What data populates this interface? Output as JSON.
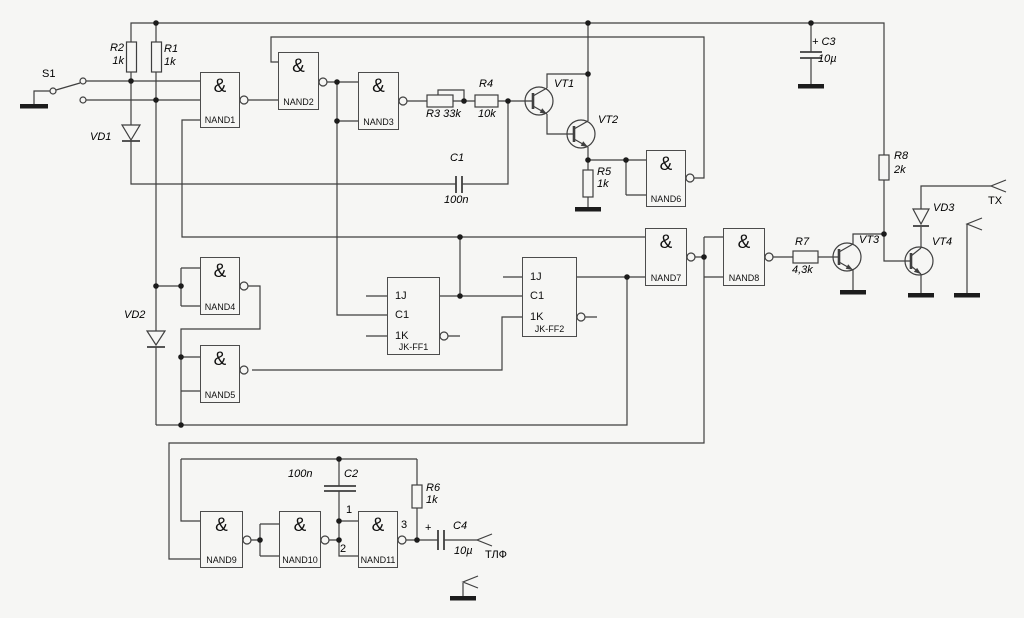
{
  "labels": {
    "s1": "S1",
    "r2": "R2",
    "r2_val": "1k",
    "r1": "R1",
    "r1_val": "1k",
    "vd1": "VD1",
    "vd2": "VD2",
    "vd3": "VD3",
    "r3": "R3 33k",
    "r4": "R4",
    "r4_val": "10k",
    "c1": "C1",
    "c1_val": "100n",
    "vt1": "VT1",
    "vt2": "VT2",
    "vt3": "VT3",
    "vt4": "VT4",
    "r5": "R5",
    "r5_val": "1k",
    "c3": "+ C3",
    "c3_val": "10µ",
    "r8": "R8",
    "r8_val": "2k",
    "tx": "TX",
    "r7": "R7",
    "r7_val": "4,3k",
    "c2": "C2",
    "c2_val": "100n",
    "r6": "R6",
    "r6_val": "1k",
    "c4_plus": "+",
    "c4": "C4",
    "c4_val": "10µ",
    "tlf": "ТЛФ",
    "pin1": "1",
    "pin2": "2",
    "pin3": "3"
  },
  "gates": [
    {
      "name": "NAND1",
      "sym": "&"
    },
    {
      "name": "NAND2",
      "sym": "&"
    },
    {
      "name": "NAND3",
      "sym": "&"
    },
    {
      "name": "NAND4",
      "sym": "&"
    },
    {
      "name": "NAND5",
      "sym": "&"
    },
    {
      "name": "NAND6",
      "sym": "&"
    },
    {
      "name": "NAND7",
      "sym": "&"
    },
    {
      "name": "NAND8",
      "sym": "&"
    },
    {
      "name": "NAND9",
      "sym": "&"
    },
    {
      "name": "NAND10",
      "sym": "&"
    },
    {
      "name": "NAND11",
      "sym": "&"
    }
  ],
  "flipflops": [
    {
      "name": "JK-FF1",
      "j": "1J",
      "c": "C1",
      "k": "1K"
    },
    {
      "name": "JK-FF2",
      "j": "1J",
      "c": "C1",
      "k": "1K"
    }
  ],
  "colors": {
    "background": "#f6f6f4",
    "wire": "#3f3f3f",
    "text": "#000000"
  }
}
